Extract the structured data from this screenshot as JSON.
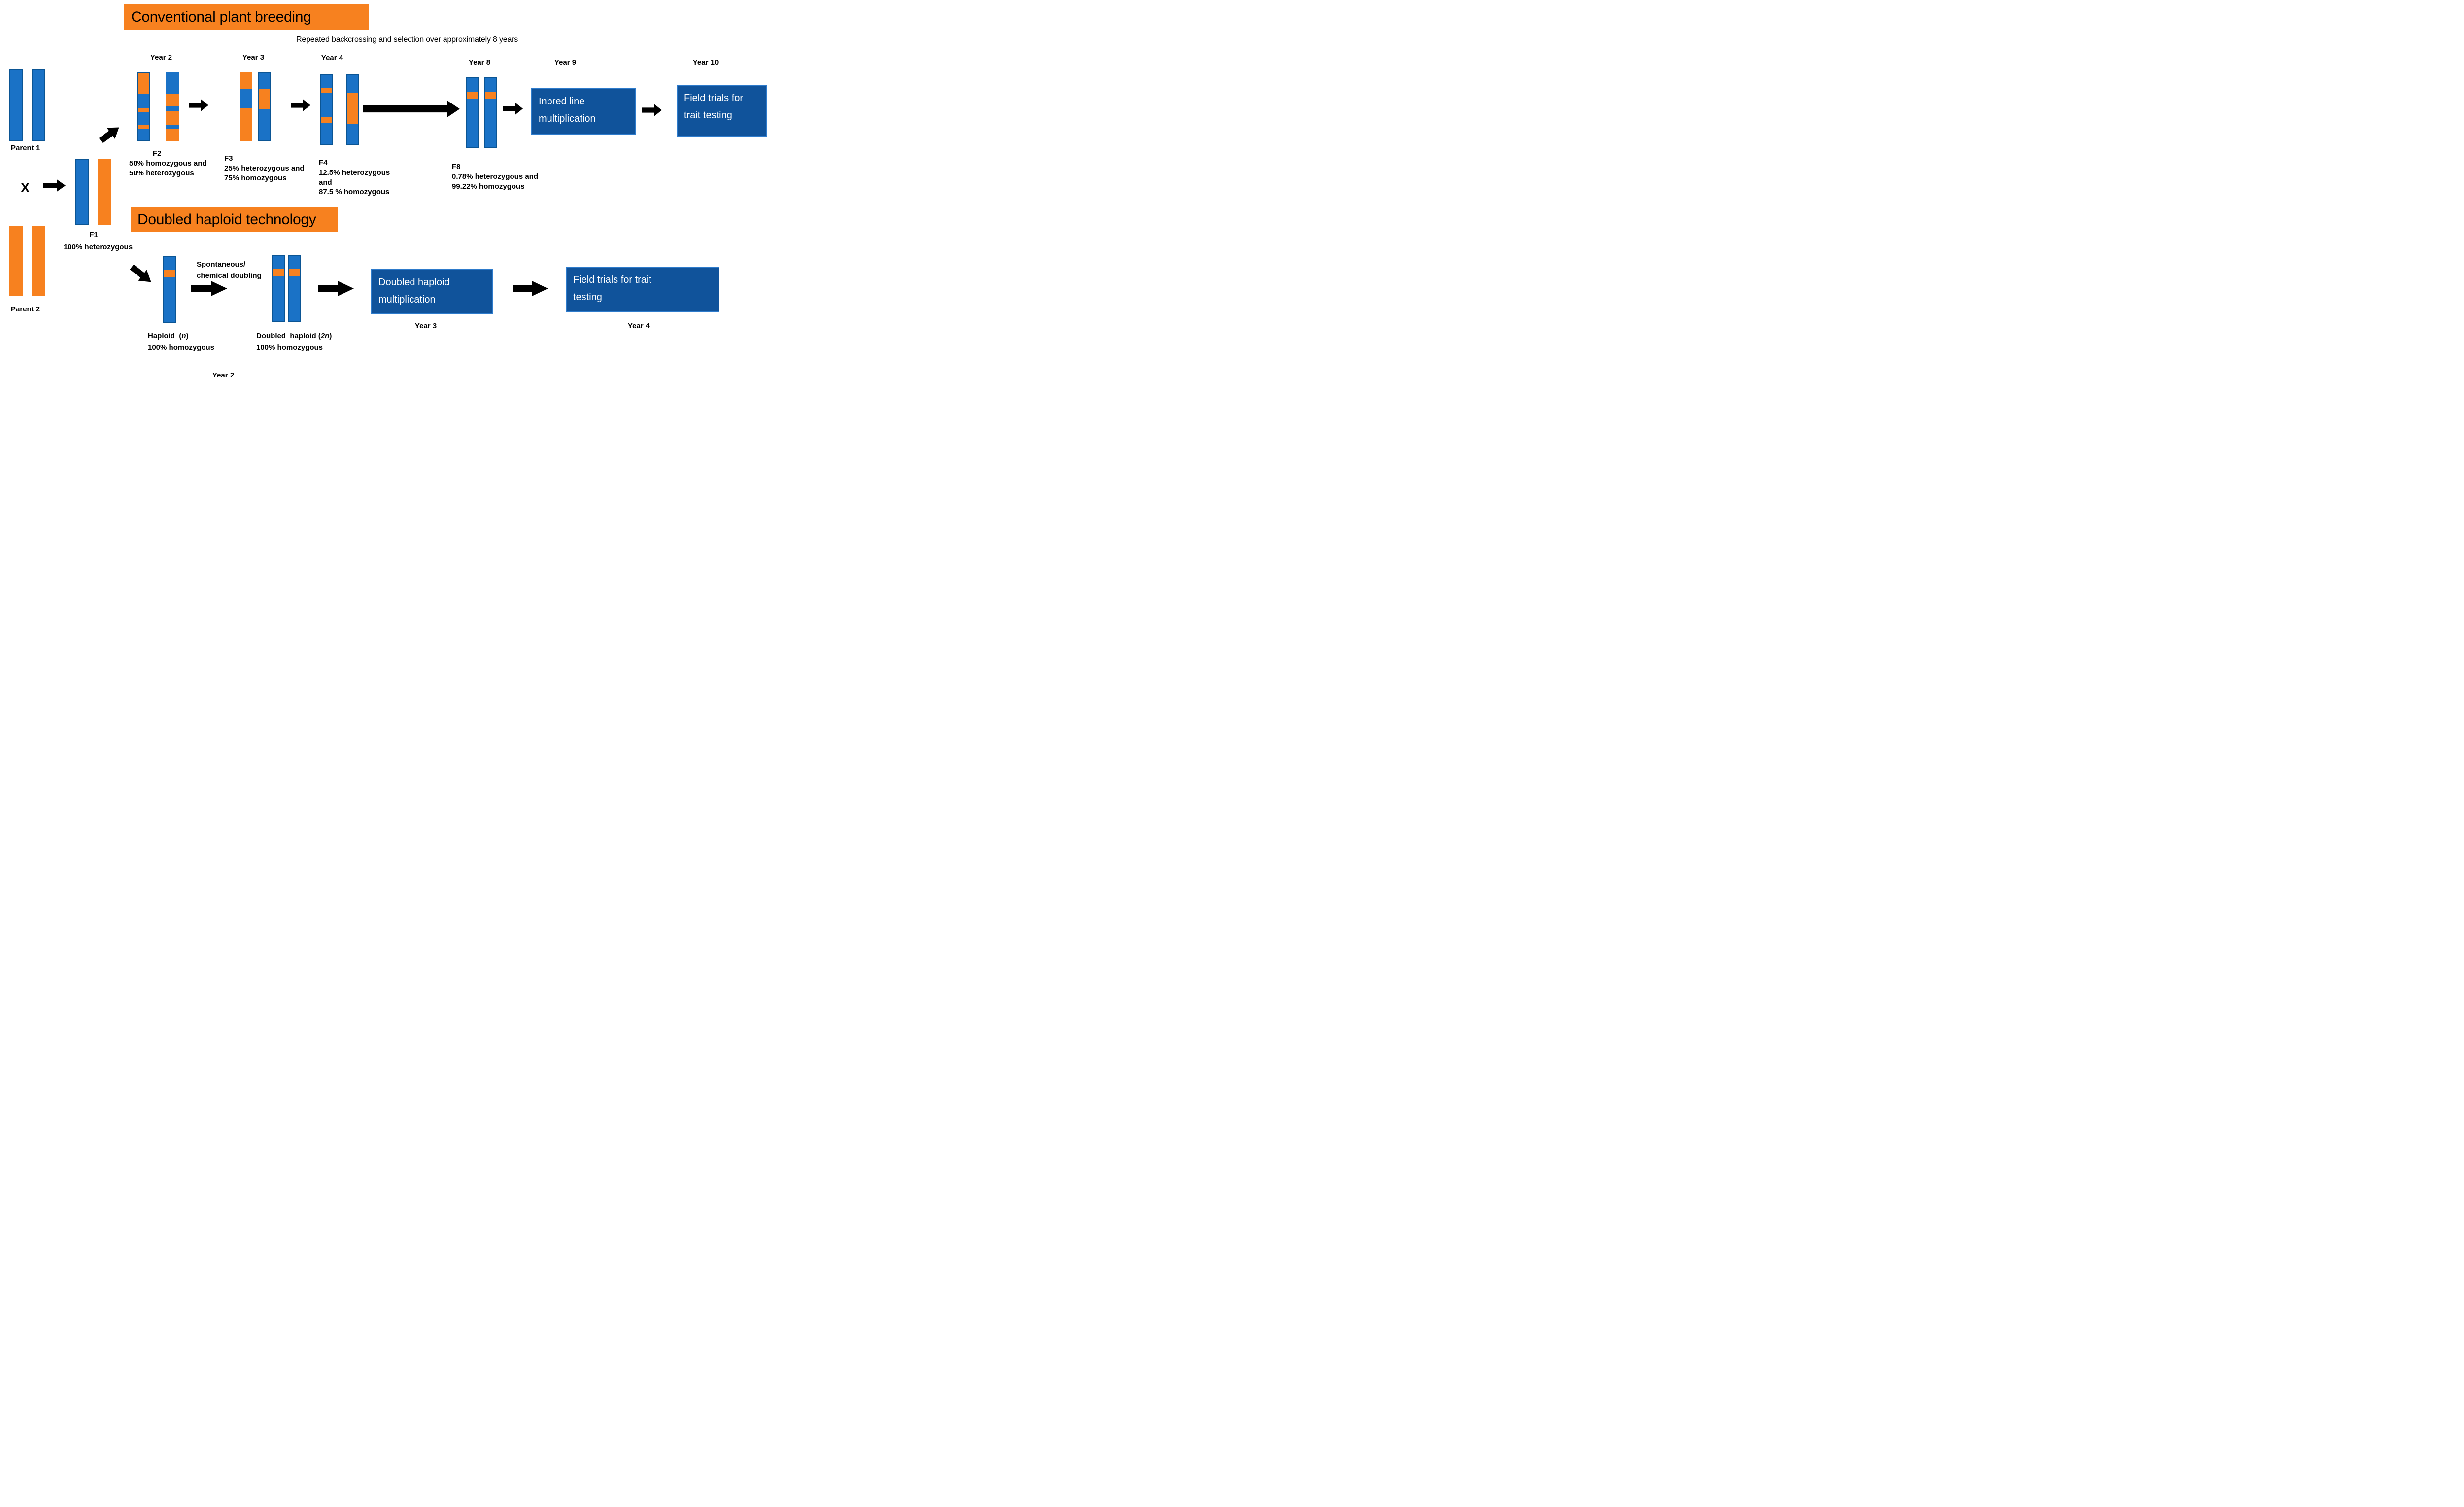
{
  "colors": {
    "orange": "#F7811F",
    "bar_blue": "#1A72C6",
    "bar_border": "#0B5594",
    "box_blue": "#10539B",
    "box_border": "#2E7BCB"
  },
  "conventional": {
    "banner": "Conventional plant breeding",
    "subtitle": "Repeated backcrossing and selection over approximately 8 years",
    "years": {
      "y2": "Year 2",
      "y3": "Year 3",
      "y4": "Year 4",
      "y8": "Year 8",
      "y9": "Year 9",
      "y10": "Year 10"
    },
    "f2": {
      "label": "F2",
      "line1": "50% homozygous and",
      "line2": "50% heterozygous"
    },
    "f3": {
      "label": "F3",
      "line1": "25% heterozygous and",
      "line2": "75% homozygous"
    },
    "f4": {
      "label": "F4",
      "line1": "12.5% heterozygous",
      "line2": "and",
      "line3": "87.5 % homozygous"
    },
    "f8": {
      "label": "F8",
      "line1": "0.78% heterozygous and",
      "line2": "99.22% homozygous"
    },
    "inbred_box": {
      "line1": "Inbred line",
      "line2": "multiplication"
    },
    "field_box": {
      "line1": "Field trials for",
      "line2": "trait testing"
    }
  },
  "cross": {
    "parent1": "Parent 1",
    "parent2": "Parent 2",
    "x": "X",
    "f1_label": "F1",
    "f1_desc": "100% heterozygous"
  },
  "dh": {
    "banner": "Doubled haploid technology",
    "doubling1": "Spontaneous/",
    "doubling2": "chemical doubling",
    "haploid_pre": "Haploid  (",
    "haploid_it": "n",
    "haploid_post": ")",
    "haploid_desc": "100% homozygous",
    "dh_pre": "Doubled  haploid (",
    "dh_it": "2n",
    "dh_post": ")",
    "dh_desc": "100% homozygous",
    "year2": "Year 2",
    "year3": "Year 3",
    "year4": "Year 4",
    "mult_box": {
      "line1": "Doubled haploid",
      "line2": "multiplication"
    },
    "field_box": {
      "line1": "Field trials for trait",
      "line2": "testing"
    }
  },
  "chromosomes": {
    "solid_blue": {
      "border": true,
      "segs": [
        [
          "b",
          100
        ]
      ]
    },
    "solid_orange": {
      "border": false,
      "segs": [
        [
          "o",
          100
        ]
      ]
    },
    "f2a": {
      "border": true,
      "segs": [
        [
          "o",
          31
        ],
        [
          "b",
          21
        ],
        [
          "o",
          6
        ],
        [
          "b",
          19
        ],
        [
          "o",
          6
        ],
        [
          "b",
          17
        ]
      ]
    },
    "f2b": {
      "border": false,
      "segs": [
        [
          "b",
          31
        ],
        [
          "o",
          19
        ],
        [
          "b",
          6
        ],
        [
          "o",
          20
        ],
        [
          "b",
          6
        ],
        [
          "o",
          18
        ]
      ]
    },
    "f3a": {
      "border": false,
      "segs": [
        [
          "o",
          24
        ],
        [
          "b",
          28
        ],
        [
          "o",
          48
        ]
      ]
    },
    "f3b": {
      "border": true,
      "segs": [
        [
          "b",
          23
        ],
        [
          "o",
          30
        ],
        [
          "b",
          47
        ]
      ]
    },
    "f4a": {
      "border": true,
      "segs": [
        [
          "b",
          19
        ],
        [
          "o",
          7
        ],
        [
          "b",
          35
        ],
        [
          "o",
          8
        ],
        [
          "b",
          31
        ]
      ]
    },
    "f4b": {
      "border": true,
      "segs": [
        [
          "b",
          26
        ],
        [
          "o",
          45
        ],
        [
          "b",
          29
        ]
      ]
    },
    "f8": {
      "border": true,
      "segs": [
        [
          "b",
          21
        ],
        [
          "o",
          10
        ],
        [
          "b",
          69
        ]
      ]
    },
    "hap": {
      "border": true,
      "segs": [
        [
          "b",
          20
        ],
        [
          "o",
          11
        ],
        [
          "b",
          69
        ]
      ]
    }
  }
}
